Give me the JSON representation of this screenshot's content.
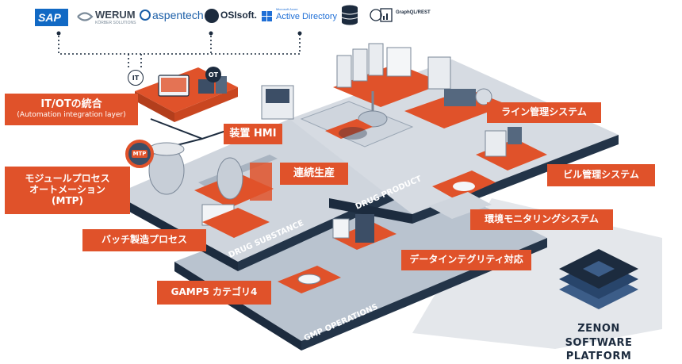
{
  "logos": {
    "sap": "SAP",
    "werum": "WERUM",
    "werum_sub": "KÖRBER SOLUTIONS",
    "aspentech": "aspentech",
    "osisoft": "OSIsoft.",
    "azure_ms": "Microsoft Azure",
    "azure_ad": "Active Directory",
    "graphql": "GraphQL/REST"
  },
  "badges": {
    "it": "IT",
    "ot": "OT",
    "mtp": "MTP"
  },
  "platform_labels": {
    "drug_substance": "DRUG SUBSTANCE",
    "drug_product": "DRUG PRODUCT",
    "gmp_operations": "GMP OPERATIONS"
  },
  "callouts": {
    "it_ot_title": "IT/OTの統合",
    "it_ot_sub": "(Automation integration layer)",
    "hmi": "装置 HMI",
    "line_mgmt": "ライン管理システム",
    "mtp_l1": "モジュールプロセス",
    "mtp_l2": "オートメーション",
    "mtp_l3": "(MTP)",
    "continuous": "連続生産",
    "building": "ビル管理システム",
    "environment": "環境モニタリングシステム",
    "batch": "バッチ製造プロセス",
    "data_integrity": "データインテグリティ対応",
    "gamp": "GAMP5 カテゴリ4"
  },
  "platform": {
    "line1": "ZENON SOFTWARE",
    "line2": "PLATFORM"
  },
  "colors": {
    "accent": "#e0522a",
    "navy": "#1c2b3e",
    "platform": "#d9dee5",
    "blue": "#1f6fd6"
  }
}
